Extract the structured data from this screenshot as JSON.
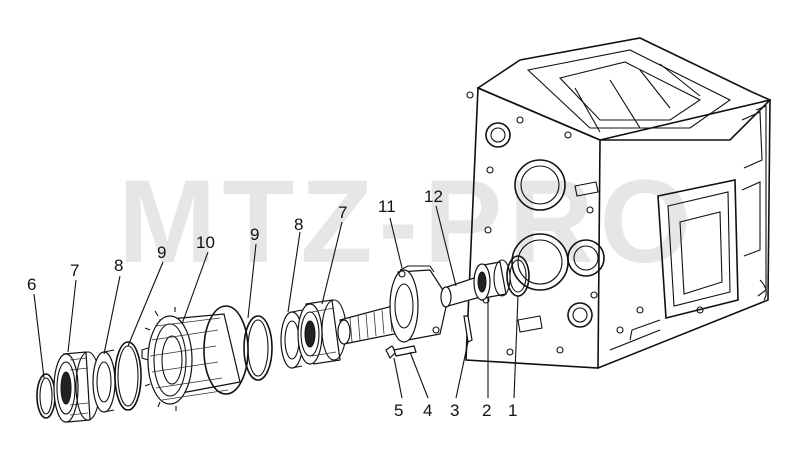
{
  "watermark": "MTZ-PRO",
  "labels": [
    {
      "id": "label-1",
      "text": "1"
    },
    {
      "id": "label-2",
      "text": "2"
    },
    {
      "id": "label-3",
      "text": "3"
    },
    {
      "id": "label-4",
      "text": "4"
    },
    {
      "id": "label-5",
      "text": "5"
    },
    {
      "id": "label-6",
      "text": "6"
    },
    {
      "id": "label-7a",
      "text": "7"
    },
    {
      "id": "label-8a",
      "text": "8"
    },
    {
      "id": "label-9a",
      "text": "9"
    },
    {
      "id": "label-10",
      "text": "10"
    },
    {
      "id": "label-9b",
      "text": "9"
    },
    {
      "id": "label-8b",
      "text": "8"
    },
    {
      "id": "label-7b",
      "text": "7"
    },
    {
      "id": "label-11",
      "text": "11"
    },
    {
      "id": "label-12",
      "text": "12"
    }
  ]
}
